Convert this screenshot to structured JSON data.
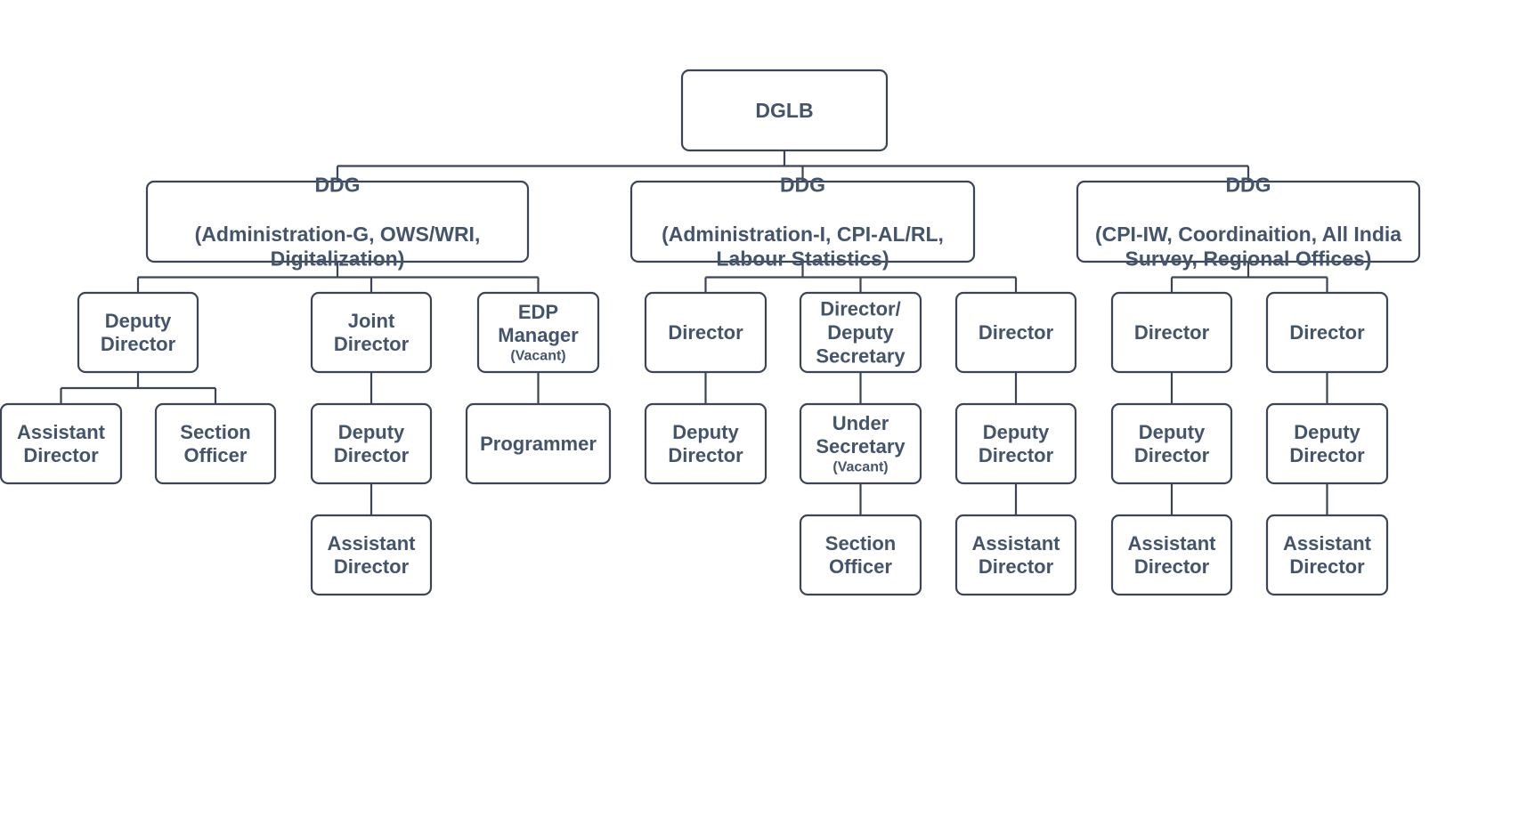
{
  "colors": {
    "text": "#44546a",
    "border": "#3b4556",
    "background": "#ffffff"
  },
  "nodes": {
    "dglb": {
      "lines": [
        "DGLB"
      ]
    },
    "ddg1": {
      "lines": [
        "DDG",
        "",
        "(Administration-G, OWS/WRI,",
        "Digitalization)"
      ]
    },
    "ddg2": {
      "lines": [
        "DDG",
        "",
        "(Administration-I, CPI-AL/RL,",
        "Labour Statistics)"
      ]
    },
    "ddg3": {
      "lines": [
        "DDG",
        "",
        "(CPI-IW, Coordinaition,  All India",
        "Survey, Regional Offices)"
      ]
    },
    "dd_a": {
      "lines": [
        "Deputy",
        "Director"
      ]
    },
    "ad_a": {
      "lines": [
        "Assistant",
        "Director"
      ]
    },
    "so_a": {
      "lines": [
        "Section",
        "Officer"
      ]
    },
    "jd_a": {
      "lines": [
        "Joint",
        "Director"
      ]
    },
    "dd_b": {
      "lines": [
        "Deputy",
        "Director"
      ]
    },
    "ad_b": {
      "lines": [
        "Assistant",
        "Director"
      ]
    },
    "edp": {
      "lines": [
        "EDP",
        "Manager"
      ],
      "note": "(Vacant)"
    },
    "prog": {
      "lines": [
        "Programmer"
      ]
    },
    "dir_c": {
      "lines": [
        "Director"
      ]
    },
    "dd_c": {
      "lines": [
        "Deputy",
        "Director"
      ]
    },
    "dirsec": {
      "lines": [
        "Director/",
        "Deputy",
        "Secretary"
      ]
    },
    "usec": {
      "lines": [
        "Under",
        "Secretary"
      ],
      "note": "(Vacant)"
    },
    "so_d": {
      "lines": [
        "Section",
        "Officer"
      ]
    },
    "dir_e": {
      "lines": [
        "Director"
      ]
    },
    "dd_e": {
      "lines": [
        "Deputy",
        "Director"
      ]
    },
    "ad_e": {
      "lines": [
        "Assistant",
        "Director"
      ]
    },
    "dir_f": {
      "lines": [
        "Director"
      ]
    },
    "dd_f": {
      "lines": [
        "Deputy",
        "Director"
      ]
    },
    "ad_f": {
      "lines": [
        "Assistant",
        "Director"
      ]
    },
    "dir_g": {
      "lines": [
        "Director"
      ]
    },
    "dd_g": {
      "lines": [
        "Deputy",
        "Director"
      ]
    },
    "ad_g": {
      "lines": [
        "Assistant",
        "Director"
      ]
    }
  },
  "edges": [
    [
      "dglb",
      "ddg1"
    ],
    [
      "dglb",
      "ddg2"
    ],
    [
      "dglb",
      "ddg3"
    ],
    [
      "ddg1",
      "dd_a"
    ],
    [
      "ddg1",
      "jd_a"
    ],
    [
      "ddg1",
      "edp"
    ],
    [
      "dd_a",
      "ad_a"
    ],
    [
      "dd_a",
      "so_a"
    ],
    [
      "jd_a",
      "dd_b"
    ],
    [
      "dd_b",
      "ad_b"
    ],
    [
      "edp",
      "prog"
    ],
    [
      "ddg2",
      "dir_c"
    ],
    [
      "ddg2",
      "dirsec"
    ],
    [
      "ddg2",
      "dir_e"
    ],
    [
      "dir_c",
      "dd_c"
    ],
    [
      "dirsec",
      "usec"
    ],
    [
      "usec",
      "so_d"
    ],
    [
      "dir_e",
      "dd_e"
    ],
    [
      "dd_e",
      "ad_e"
    ],
    [
      "ddg3",
      "dir_f"
    ],
    [
      "ddg3",
      "dir_g"
    ],
    [
      "dir_f",
      "dd_f"
    ],
    [
      "dd_f",
      "ad_f"
    ],
    [
      "dir_g",
      "dd_g"
    ],
    [
      "dd_g",
      "ad_g"
    ]
  ]
}
